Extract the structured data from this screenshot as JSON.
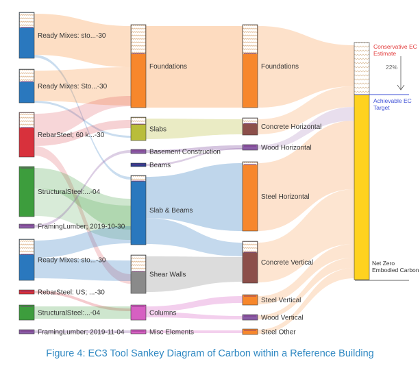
{
  "caption": "Figure 4: EC3 Tool Sankey Diagram of Carbon within a Reference Building",
  "colors": {
    "blue": "#2a78be",
    "red": "#d8313c",
    "green": "#3d9d3d",
    "purple": "#8a5ca6",
    "orange": "#f7872c",
    "olive": "#b9bd3b",
    "gray": "#8a8a8a",
    "pink": "#d660c2",
    "brown": "#8c4f4a",
    "yellow": "#ffd21f",
    "navy": "#2a3d8f"
  },
  "sources": [
    {
      "label": "Ready Mixes: sto...-30"
    },
    {
      "label": "Ready Mixes: Sto...-30"
    },
    {
      "label": "RebarSteel; 60 k...-30"
    },
    {
      "label": "StructuralSteel:...-04"
    },
    {
      "label": "FramingLumber; 2019-10-30"
    },
    {
      "label": "Ready Mixes: sto...-30"
    },
    {
      "label": "RebarSteel: US; ...-30"
    },
    {
      "label": "StructuralSteel:...-04"
    },
    {
      "label": "FramingLumber; 2019-11-04"
    }
  ],
  "components": [
    {
      "label": "Foundations"
    },
    {
      "label": "Slabs"
    },
    {
      "label": "Basement Construction"
    },
    {
      "label": "Beams"
    },
    {
      "label": "Slab & Beams"
    },
    {
      "label": "Shear Walls"
    },
    {
      "label": "Columns"
    },
    {
      "label": "Misc Elements"
    }
  ],
  "assemblies": [
    {
      "label": "Foundations"
    },
    {
      "label": "Concrete Horizontal"
    },
    {
      "label": "Wood Horizontal"
    },
    {
      "label": "Steel Horizontal"
    },
    {
      "label": "Concrete Vertical"
    },
    {
      "label": "Steel Vertical"
    },
    {
      "label": "Wood Vertical"
    },
    {
      "label": "Steel Other"
    }
  ],
  "target": {
    "conservative_label": "Conservative EC Estimate",
    "reduction_label": "22%",
    "achievable_label": "Achievable EC Target",
    "net_zero_label": "Net Zero Embodied Carbon"
  }
}
